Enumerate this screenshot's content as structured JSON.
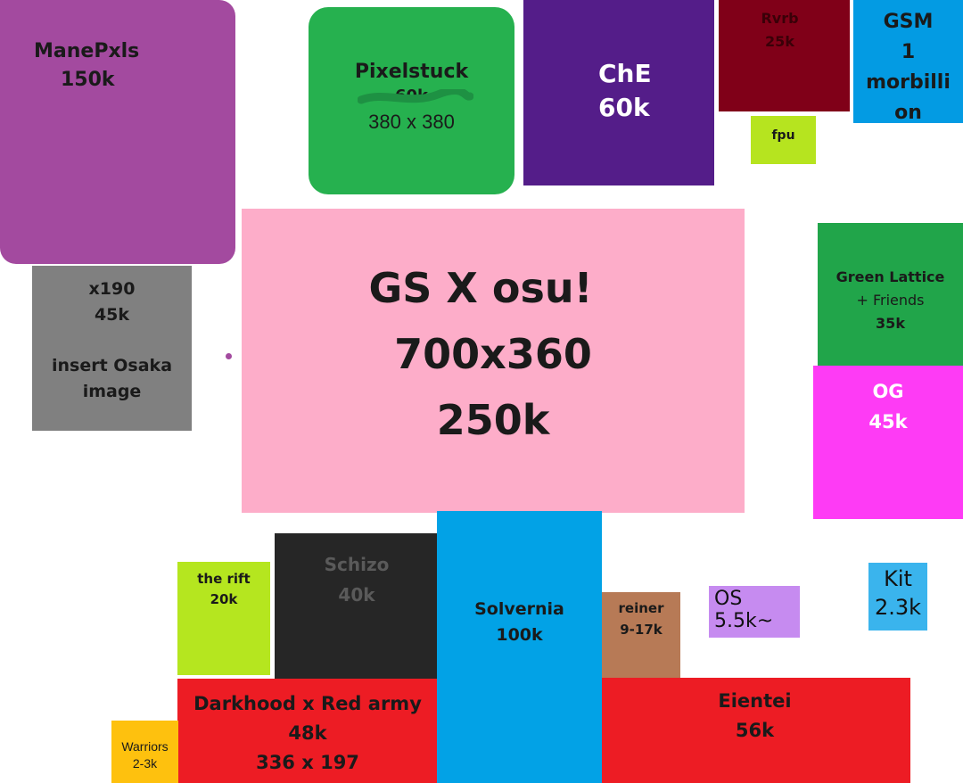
{
  "blocks": {
    "manepxls": {
      "name": "ManePxls",
      "value": "150k",
      "color": "#a34a9f"
    },
    "pixelstuck": {
      "name": "Pixelstuck",
      "crossed": "60k",
      "size": "380 x 380",
      "color": "#26b14f"
    },
    "che": {
      "name": "ChE",
      "value": "60k",
      "color": "#541d89"
    },
    "rvrb": {
      "name": "Rvrb",
      "value": "25k",
      "color": "#800018"
    },
    "gsm": {
      "line1": "GSM",
      "line2": "1",
      "line3": "morbilli",
      "line4": "on",
      "color": "#039be3"
    },
    "fpu": {
      "name": "fpu",
      "color": "#b6e41f"
    },
    "x190": {
      "name": "x190",
      "value": "45k",
      "note1": "insert Osaka",
      "note2": "image",
      "color": "#808080"
    },
    "gs_osu": {
      "title": "GS X osu!",
      "size": "700x360",
      "value": "250k",
      "color": "#fdadc9"
    },
    "green_lattice": {
      "name1": "Green Lattice",
      "name2": "+ Friends",
      "value": "35k",
      "color": "#21a54a"
    },
    "og": {
      "name": "OG",
      "value": "45k",
      "color": "#fe3bf5"
    },
    "the_rift": {
      "name": "the rift",
      "value": "20k",
      "color": "#b5e61f"
    },
    "schizo": {
      "name": "Schizo",
      "value": "40k",
      "color": "#262626"
    },
    "solvernia": {
      "name": "Solvernia",
      "value": "100k",
      "color": "#02a2e6"
    },
    "reiner": {
      "name": "reiner",
      "value": "9-17k",
      "color": "#b77a56"
    },
    "os": {
      "name": "OS",
      "value": "5.5k~",
      "color": "#c68bf0"
    },
    "kit": {
      "name": "Kit",
      "value": "2.3k",
      "color": "#3ab4ed"
    },
    "darkhood": {
      "name": "Darkhood x Red army",
      "value": "48k",
      "size": "336 x 197",
      "color": "#ed1c24"
    },
    "eientei": {
      "name": "Eientei",
      "value": "56k",
      "color": "#ed1c24"
    },
    "warriors": {
      "name": "Warriors",
      "value": "2-3k",
      "color": "#fec10e"
    }
  },
  "dot_color": "#a34a9f"
}
